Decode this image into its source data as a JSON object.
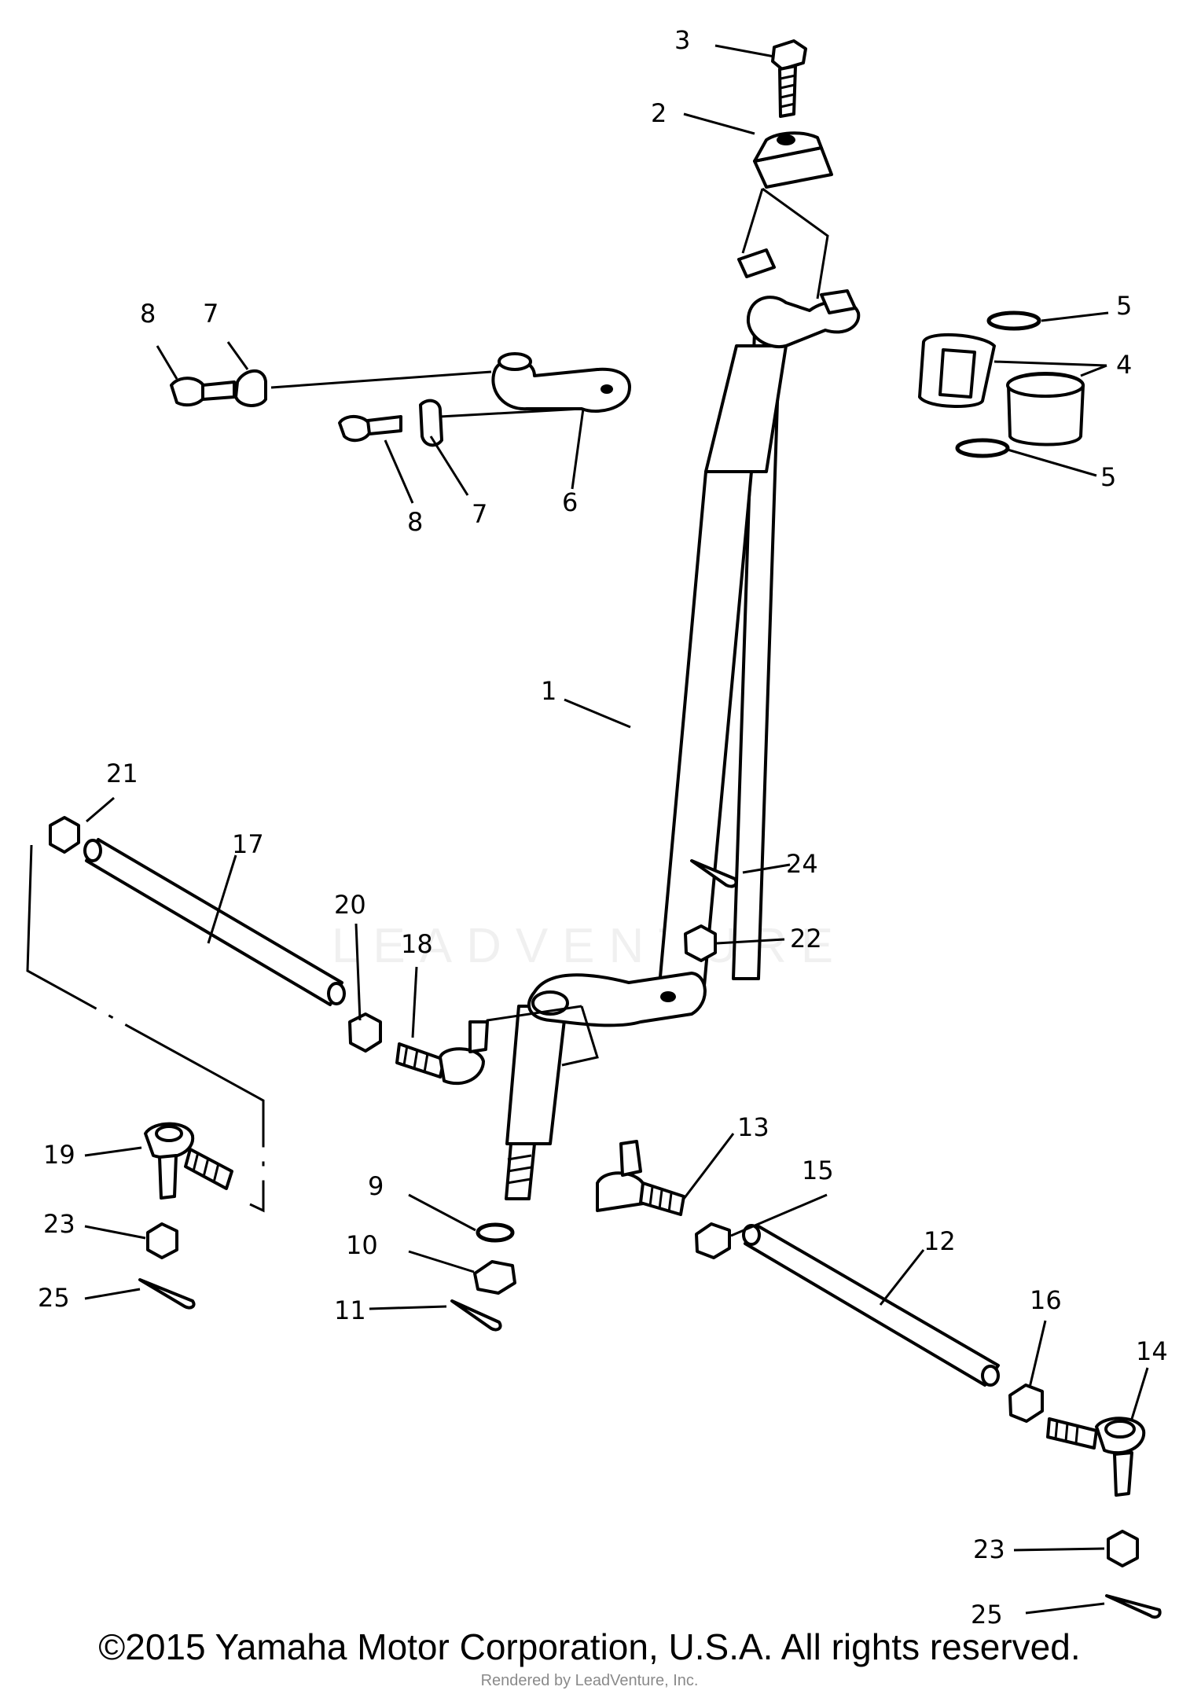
{
  "diagram": {
    "callouts": {
      "p1": "1",
      "p2": "2",
      "p3": "3",
      "p4": "4",
      "p5a": "5",
      "p5b": "5",
      "p6": "6",
      "p7a": "7",
      "p7b": "7",
      "p8a": "8",
      "p8b": "8",
      "p9": "9",
      "p10": "10",
      "p11": "11",
      "p12": "12",
      "p13": "13",
      "p14": "14",
      "p15": "15",
      "p16": "16",
      "p17": "17",
      "p18": "18",
      "p19": "19",
      "p20": "20",
      "p21": "21",
      "p22": "22",
      "p23a": "23",
      "p23b": "23",
      "p24": "24",
      "p25a": "25",
      "p25b": "25"
    }
  },
  "watermark": "LEADVENTURE",
  "footer": {
    "copyright": "©2015 Yamaha Motor Corporation, U.S.A. All rights reserved.",
    "rendered_by": "Rendered by LeadVenture, Inc."
  }
}
